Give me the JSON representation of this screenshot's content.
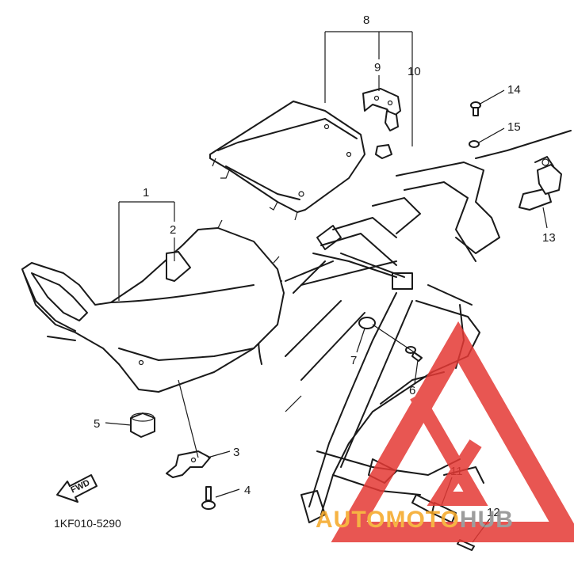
{
  "diagram_code": "1KF010-5290",
  "fwd_label": "FWD",
  "callouts": [
    {
      "id": "1",
      "label": "1"
    },
    {
      "id": "2",
      "label": "2"
    },
    {
      "id": "3",
      "label": "3"
    },
    {
      "id": "4",
      "label": "4"
    },
    {
      "id": "5",
      "label": "5"
    },
    {
      "id": "6",
      "label": "6"
    },
    {
      "id": "7",
      "label": "7"
    },
    {
      "id": "8",
      "label": "8"
    },
    {
      "id": "9",
      "label": "9"
    },
    {
      "id": "10",
      "label": "10"
    },
    {
      "id": "11",
      "label": "11"
    },
    {
      "id": "12",
      "label": "12"
    },
    {
      "id": "13",
      "label": "13"
    },
    {
      "id": "14",
      "label": "14"
    },
    {
      "id": "15",
      "label": "15"
    }
  ],
  "watermark": {
    "text": "AUTOMOTOHUB",
    "colors": {
      "red": "#e53935",
      "orange": "#f5a623",
      "gray": "#8c8c8c"
    }
  }
}
